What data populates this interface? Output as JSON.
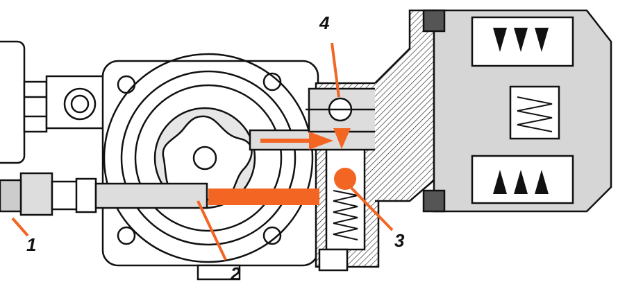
{
  "diagram": {
    "labels": [
      {
        "id": "1",
        "text": "1"
      },
      {
        "id": "2",
        "text": "2"
      },
      {
        "id": "3",
        "text": "3"
      },
      {
        "id": "4",
        "text": "4"
      }
    ],
    "colors": {
      "accent": "#f26522",
      "body": "#d9d9d9",
      "line": "#111111",
      "fill_light": "#c8c8c8"
    }
  }
}
